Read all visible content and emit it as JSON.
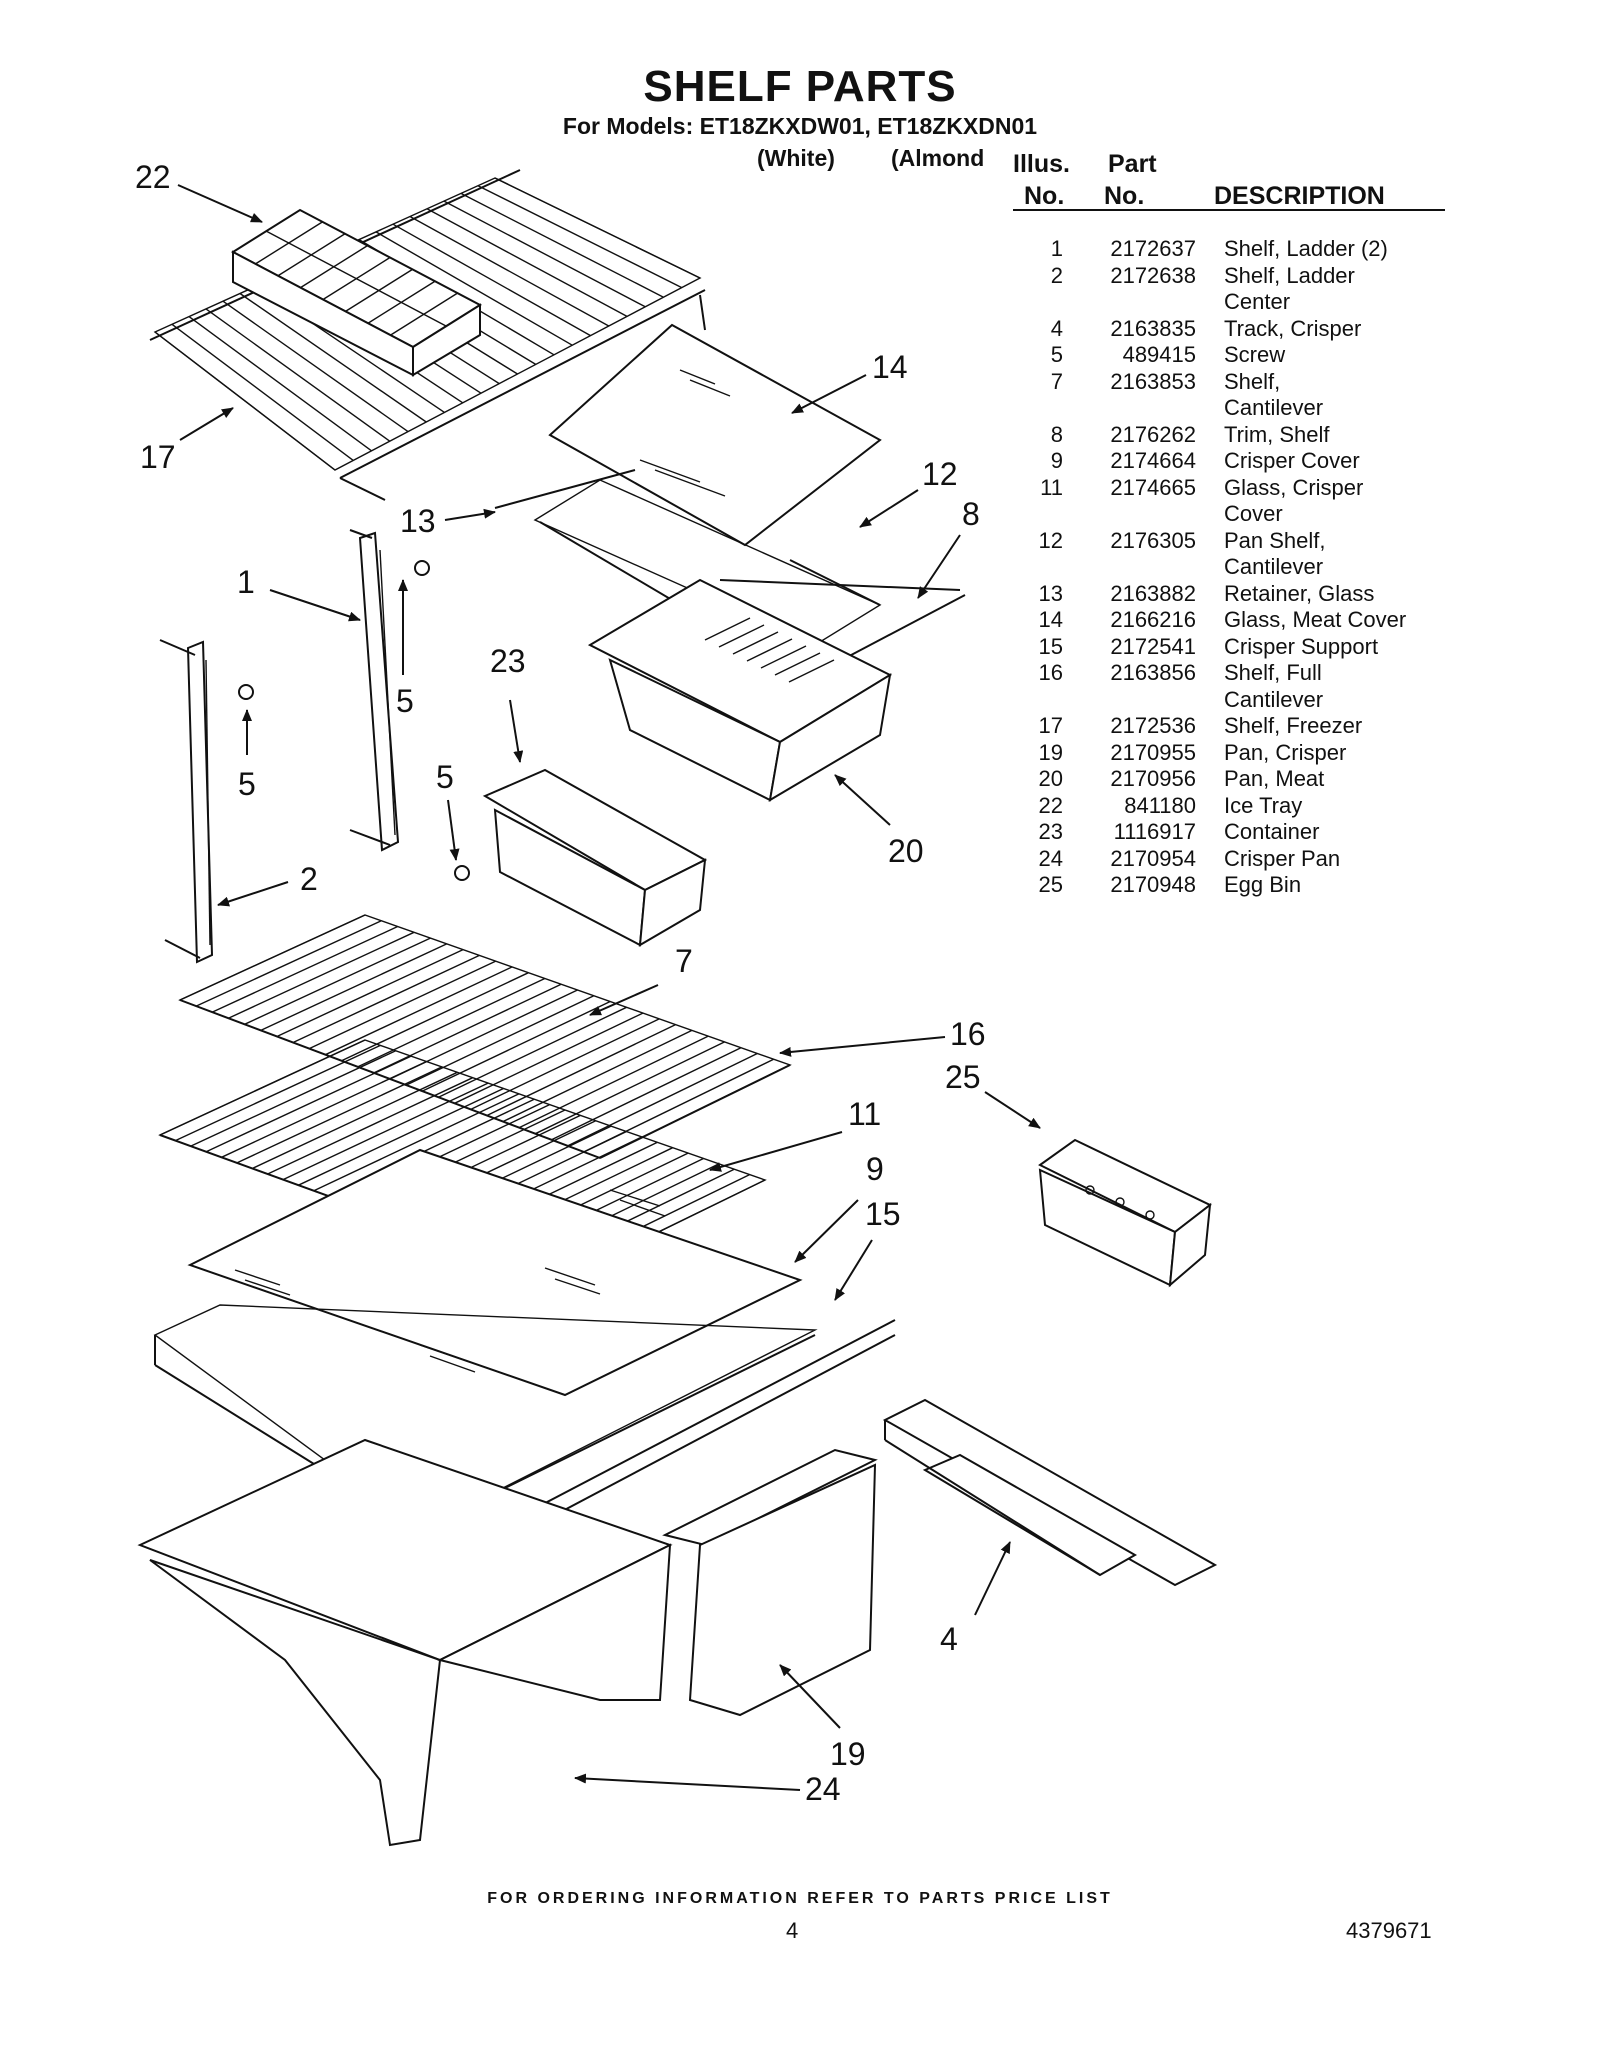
{
  "header": {
    "title": "SHELF PARTS",
    "models_line": "For Models: ET18ZKXDW01, ET18ZKXDN01",
    "variant_white": "(White)",
    "variant_almond": "(Almond"
  },
  "table": {
    "col_illus": [
      "Illus.",
      "No."
    ],
    "col_part": [
      "Part",
      "No."
    ],
    "col_desc": "DESCRIPTION",
    "rows": [
      {
        "illus": "1",
        "part": "2172637",
        "desc": "Shelf, Ladder (2)"
      },
      {
        "illus": "2",
        "part": "2172638",
        "desc": "Shelf, Ladder"
      },
      {
        "illus": "",
        "part": "",
        "desc": "Center"
      },
      {
        "illus": "4",
        "part": "2163835",
        "desc": "Track, Crisper"
      },
      {
        "illus": "5",
        "part": "489415",
        "desc": "Screw"
      },
      {
        "illus": "7",
        "part": "2163853",
        "desc": "Shelf,"
      },
      {
        "illus": "",
        "part": "",
        "desc": "Cantilever"
      },
      {
        "illus": "8",
        "part": "2176262",
        "desc": "Trim, Shelf"
      },
      {
        "illus": "9",
        "part": "2174664",
        "desc": "Crisper Cover"
      },
      {
        "illus": "11",
        "part": "2174665",
        "desc": "Glass, Crisper"
      },
      {
        "illus": "",
        "part": "",
        "desc": "Cover"
      },
      {
        "illus": "12",
        "part": "2176305",
        "desc": "Pan Shelf,"
      },
      {
        "illus": "",
        "part": "",
        "desc": "Cantilever"
      },
      {
        "illus": "13",
        "part": "2163882",
        "desc": "Retainer, Glass"
      },
      {
        "illus": "14",
        "part": "2166216",
        "desc": "Glass, Meat Cover"
      },
      {
        "illus": "15",
        "part": "2172541",
        "desc": "Crisper Support"
      },
      {
        "illus": "16",
        "part": "2163856",
        "desc": "Shelf, Full"
      },
      {
        "illus": "",
        "part": "",
        "desc": "Cantilever"
      },
      {
        "illus": "17",
        "part": "2172536",
        "desc": "Shelf, Freezer"
      },
      {
        "illus": "19",
        "part": "2170955",
        "desc": "Pan, Crisper"
      },
      {
        "illus": "20",
        "part": "2170956",
        "desc": "Pan, Meat"
      },
      {
        "illus": "22",
        "part": "841180",
        "desc": "Ice Tray"
      },
      {
        "illus": "23",
        "part": "1116917",
        "desc": "Container"
      },
      {
        "illus": "24",
        "part": "2170954",
        "desc": "Crisper Pan"
      },
      {
        "illus": "25",
        "part": "2170948",
        "desc": "Egg Bin"
      }
    ]
  },
  "callouts": {
    "c1": "1",
    "c2": "2",
    "c4": "4",
    "c5a": "5",
    "c5b": "5",
    "c5c": "5",
    "c7": "7",
    "c8": "8",
    "c9": "9",
    "c11": "11",
    "c12": "12",
    "c13": "13",
    "c14": "14",
    "c15": "15",
    "c16": "16",
    "c17": "17",
    "c19": "19",
    "c20": "20",
    "c22": "22",
    "c23": "23",
    "c24": "24",
    "c25": "25"
  },
  "footer": {
    "ordering_note": "FOR ORDERING INFORMATION REFER TO PARTS PRICE LIST",
    "page_number": "4",
    "doc_number": "4379671"
  }
}
